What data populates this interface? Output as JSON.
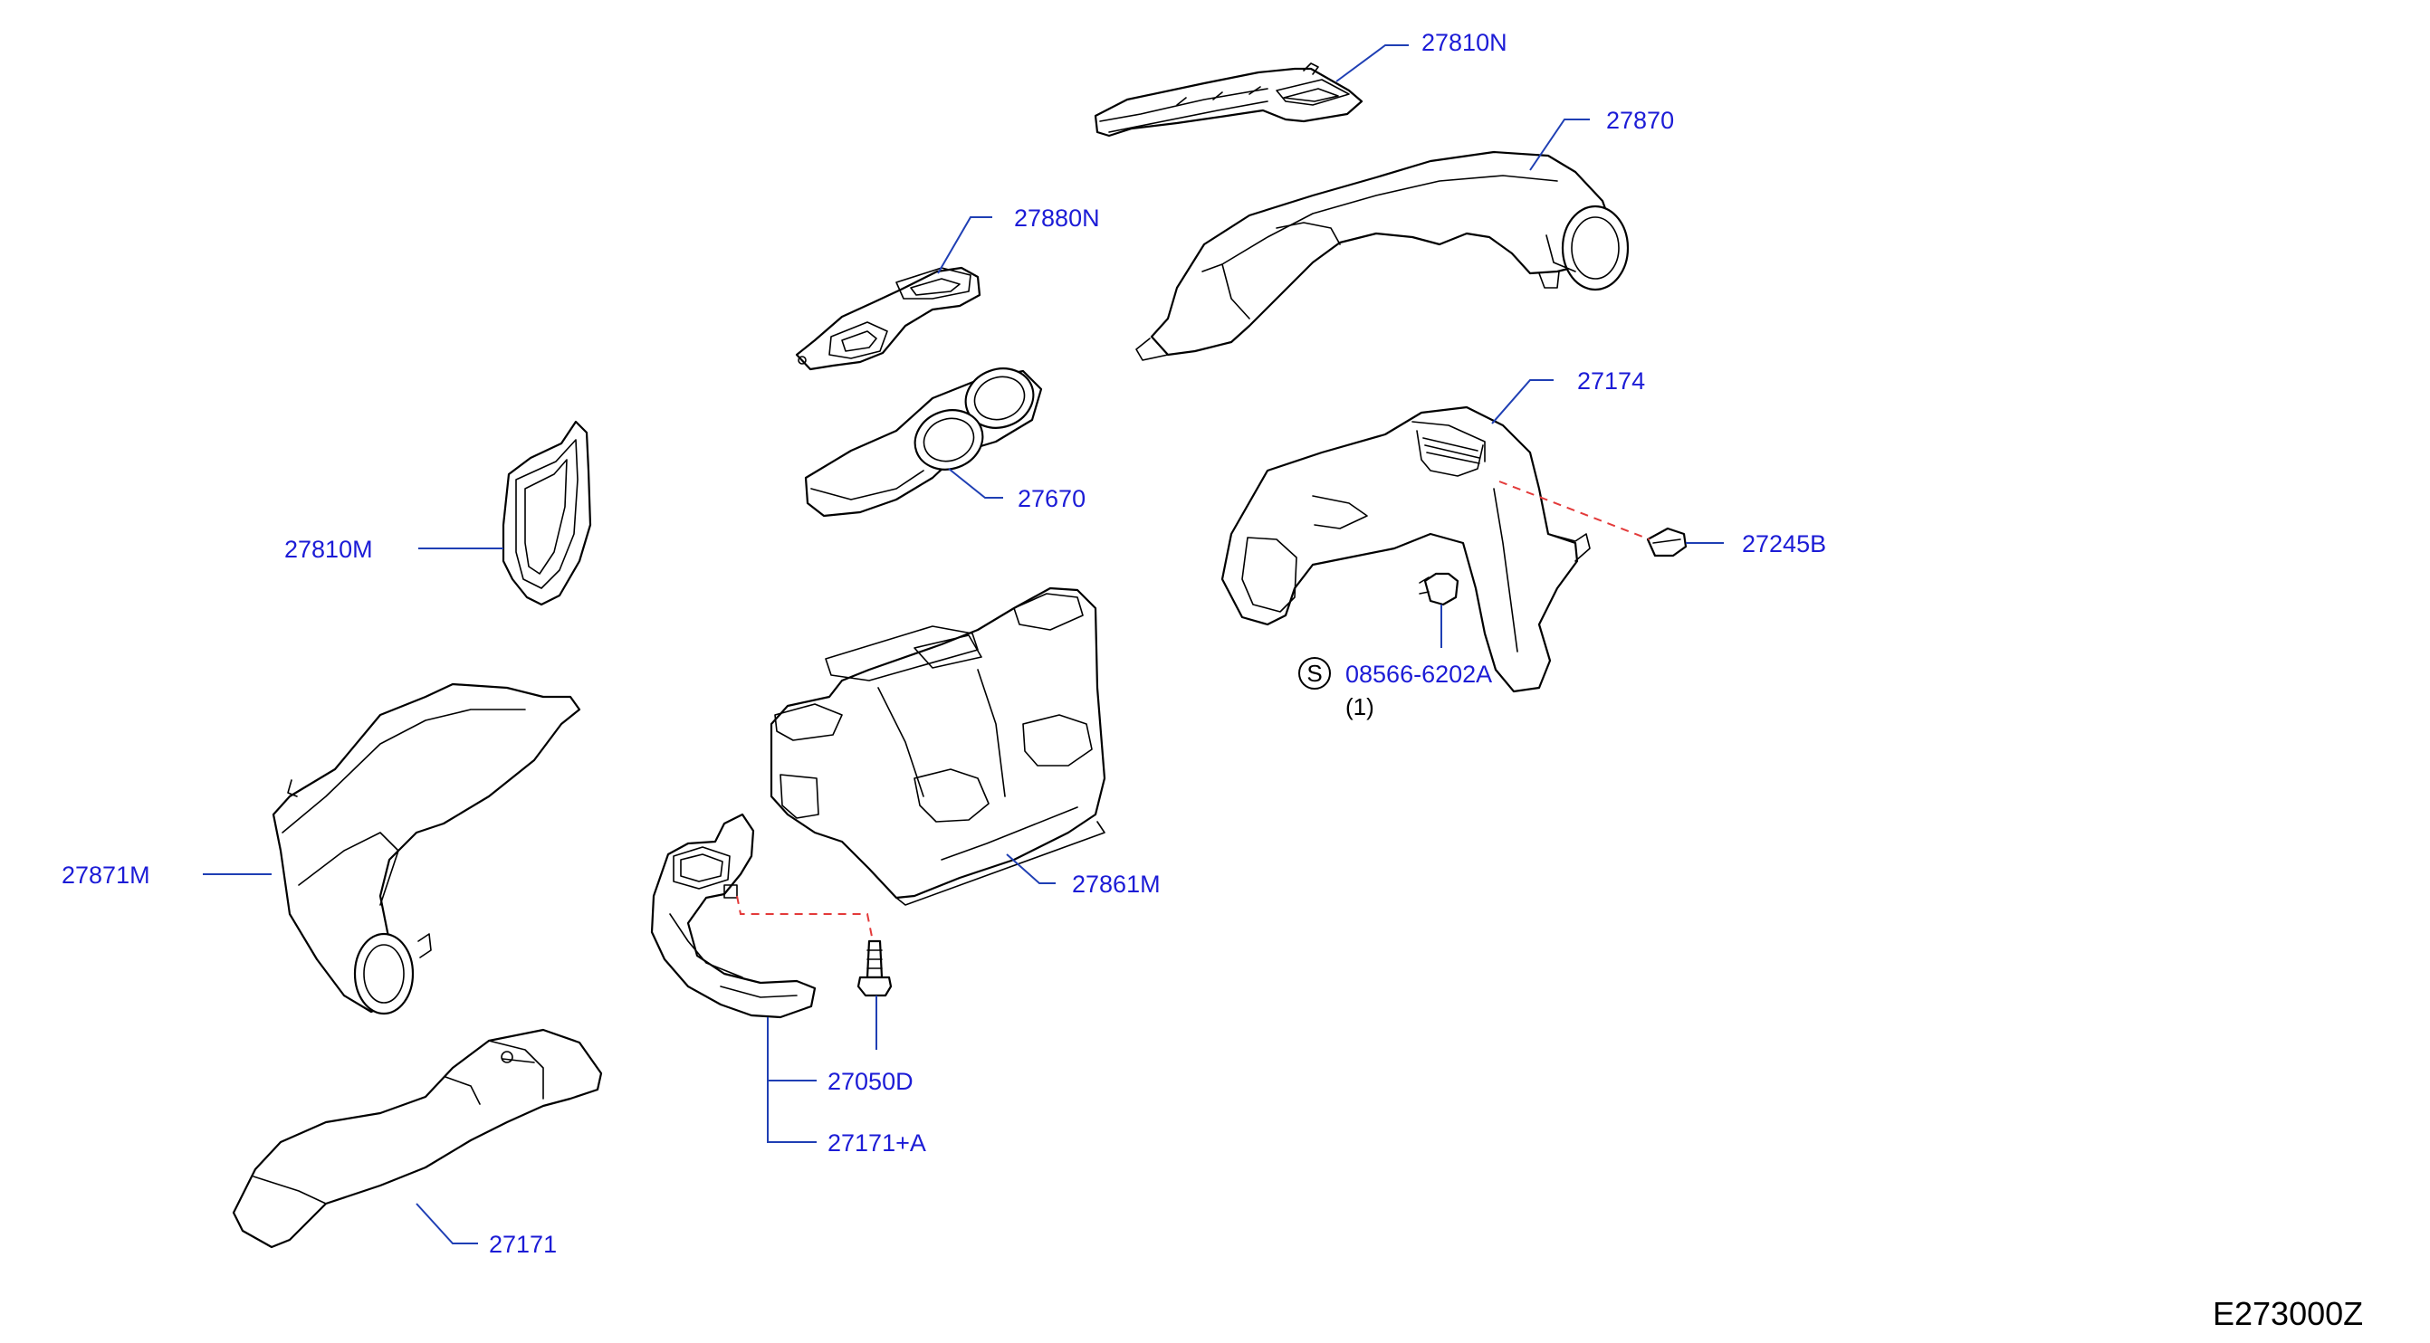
{
  "diagram": {
    "ref_code": "E273000Z",
    "callouts": {
      "p27810N": "27810N",
      "p27870": "27870",
      "p27880N": "27880N",
      "p27670": "27670",
      "p27174": "27174",
      "p27245B": "27245B",
      "p27810M": "27810M",
      "p08566": "08566-6202A",
      "p08566_badge": "S",
      "p08566_qty": "(1)",
      "p27871M": "27871M",
      "p27861M": "27861M",
      "p27050D": "27050D",
      "p27171A": "27171+A",
      "p27171": "27171"
    },
    "colors": {
      "callout_text": "#1c1cd6",
      "leader_line": "#1f3fb4",
      "dashed_link": "#e33a3a",
      "outline": "#000000"
    }
  }
}
